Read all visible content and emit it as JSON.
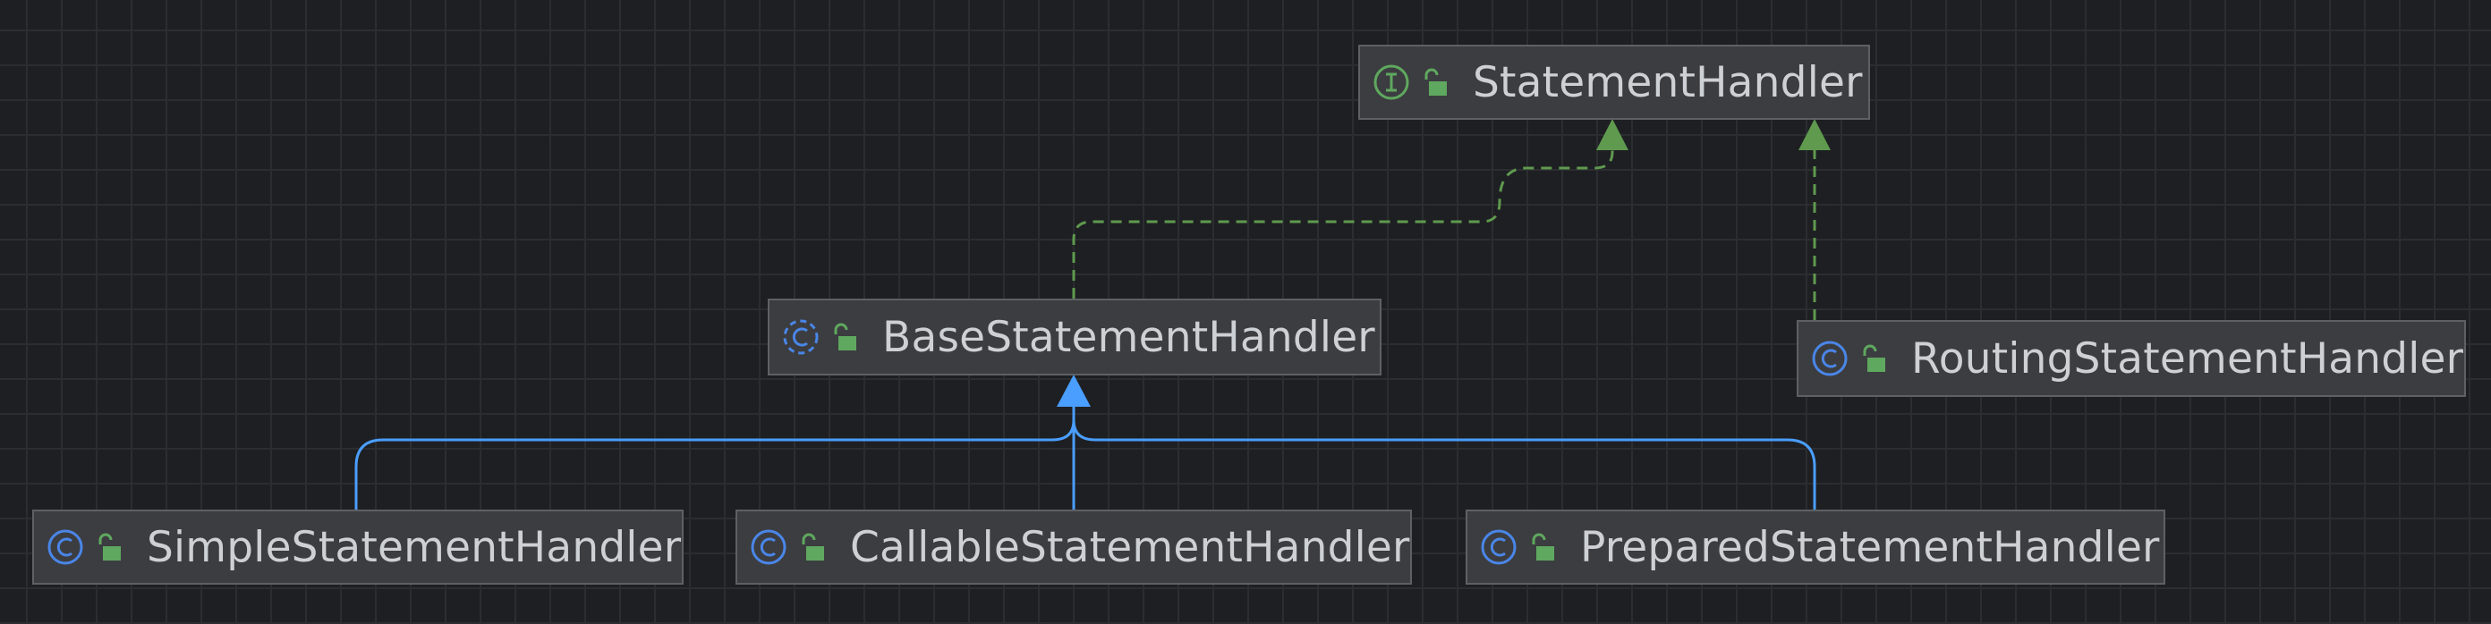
{
  "diagram": {
    "type": "uml-class-hierarchy",
    "colors": {
      "background": "#1e1f22",
      "node_fill": "#3c3d40",
      "node_border": "#5e6063",
      "text": "#cdd0d4",
      "class_icon": "#4a86e8",
      "interface_icon": "#5fa85f",
      "extends_edge": "#4a9eff",
      "implements_edge": "#5f9a4f"
    },
    "nodes": {
      "statement_handler": {
        "label": "StatementHandler",
        "kind": "interface",
        "icon": "interface-icon"
      },
      "base_statement_handler": {
        "label": "BaseStatementHandler",
        "kind": "abstract-class",
        "icon": "abstract-class-icon"
      },
      "routing_statement_handler": {
        "label": "RoutingStatementHandler",
        "kind": "class",
        "icon": "class-icon"
      },
      "simple_statement_handler": {
        "label": "SimpleStatementHandler",
        "kind": "class",
        "icon": "class-icon"
      },
      "callable_statement_handler": {
        "label": "CallableStatementHandler",
        "kind": "class",
        "icon": "class-icon"
      },
      "prepared_statement_handler": {
        "label": "PreparedStatementHandler",
        "kind": "class",
        "icon": "class-icon"
      }
    },
    "edges": [
      {
        "from": "base_statement_handler",
        "to": "statement_handler",
        "relation": "implements"
      },
      {
        "from": "routing_statement_handler",
        "to": "statement_handler",
        "relation": "implements"
      },
      {
        "from": "simple_statement_handler",
        "to": "base_statement_handler",
        "relation": "extends"
      },
      {
        "from": "callable_statement_handler",
        "to": "base_statement_handler",
        "relation": "extends"
      },
      {
        "from": "prepared_statement_handler",
        "to": "base_statement_handler",
        "relation": "extends"
      }
    ]
  }
}
